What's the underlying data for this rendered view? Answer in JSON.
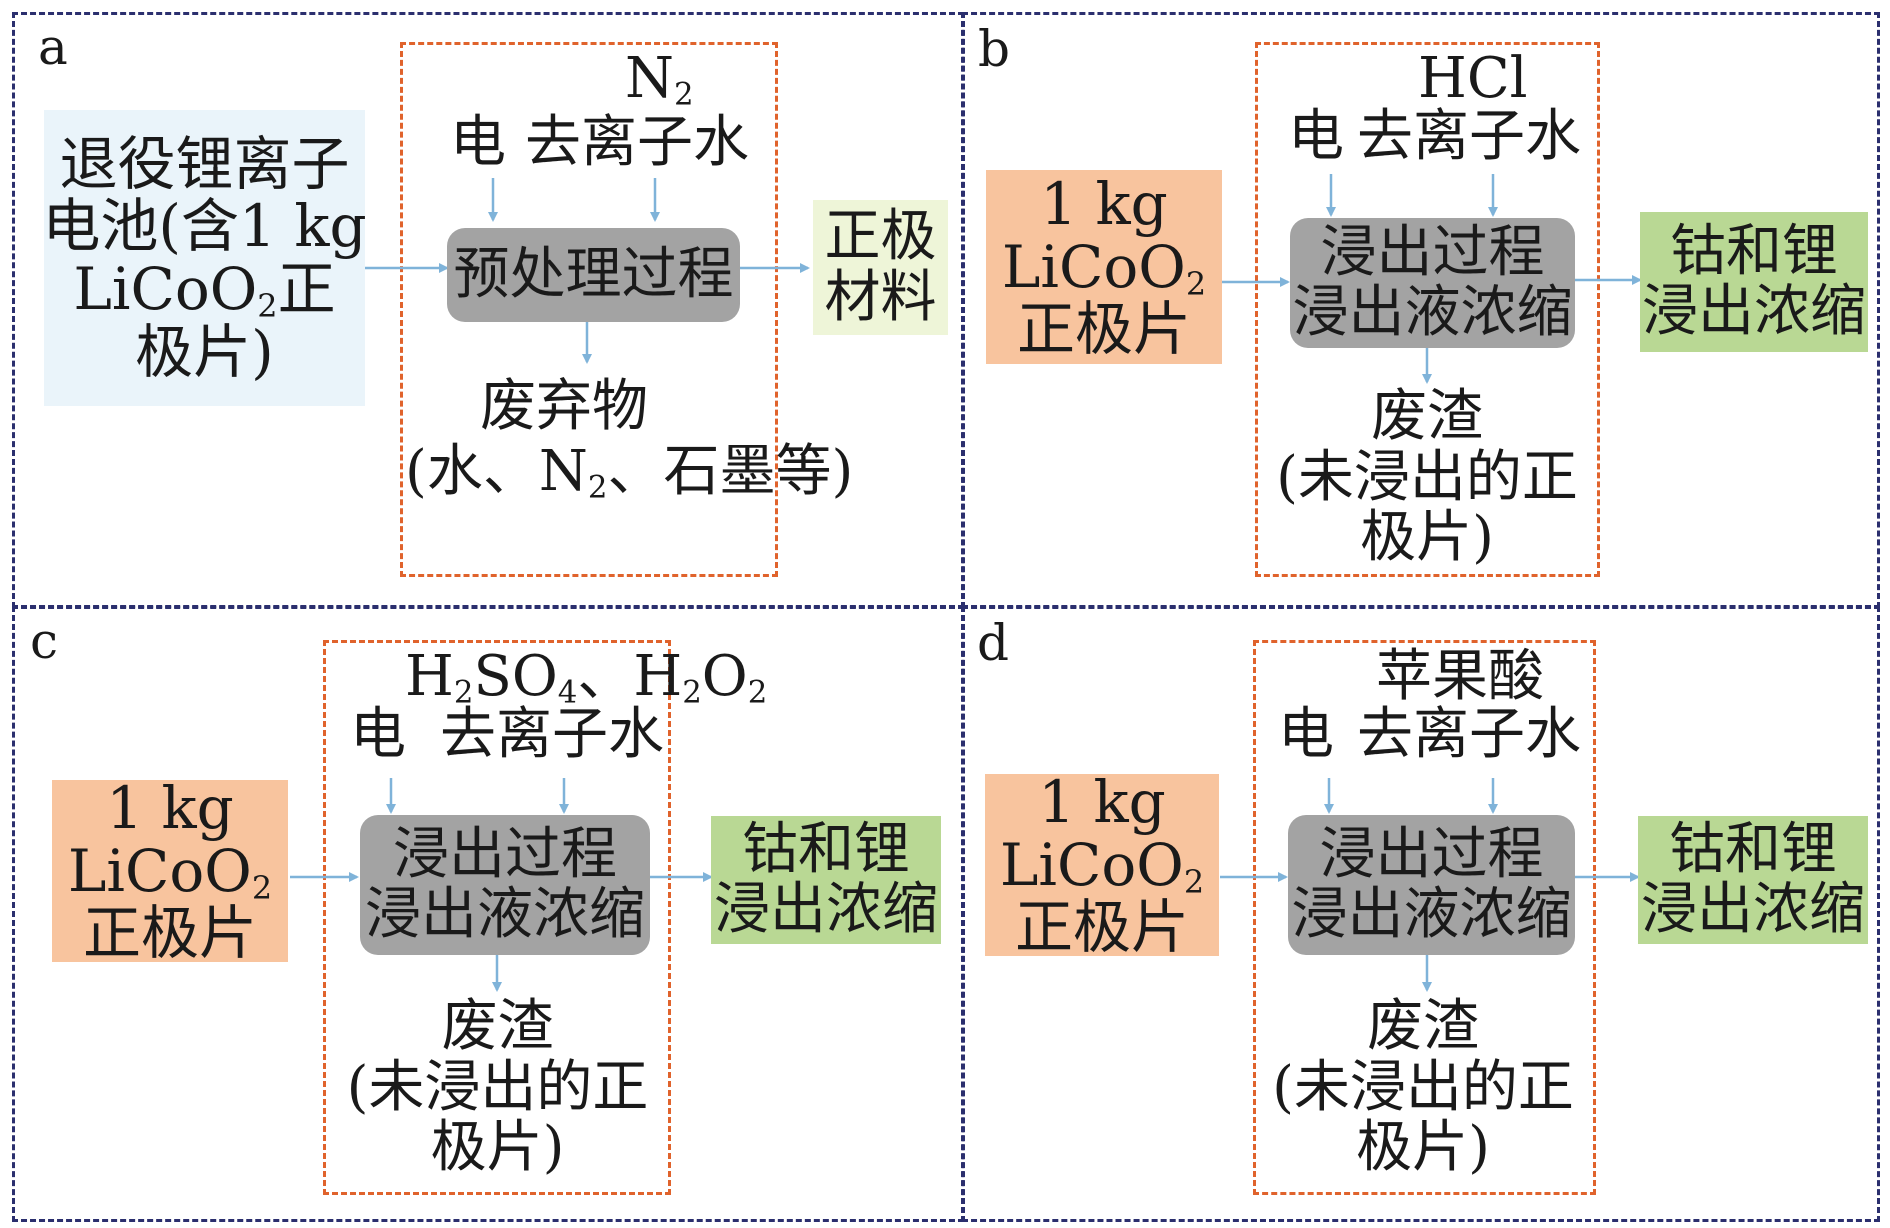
{
  "panels": {
    "a": {
      "letter": "a",
      "input": [
        "退役锂离子",
        "电池(含1 kg",
        "LiCoO",
        "2",
        "正",
        "极片)"
      ],
      "reagent_top": [
        "N",
        "2"
      ],
      "reagent_electricity": "电",
      "reagent_water": "去离子水",
      "process": "预处理过程",
      "output": [
        "正极",
        "材料"
      ],
      "waste": [
        "废弃物",
        "(水、N",
        "2",
        "、石墨等)"
      ]
    },
    "b": {
      "letter": "b",
      "input": [
        "1 kg",
        "LiCoO",
        "2",
        "正极片"
      ],
      "reagent_top": "HCl",
      "reagent_electricity": "电",
      "reagent_water": "去离子水",
      "process": [
        "浸出过程",
        "浸出液浓缩"
      ],
      "output": [
        "钴和锂",
        "浸出浓缩"
      ],
      "waste": [
        "废渣",
        "(未浸出的正",
        "极片)"
      ]
    },
    "c": {
      "letter": "c",
      "input": [
        "1 kg",
        "LiCoO",
        "2",
        "正极片"
      ],
      "reagent_top": [
        "H",
        "2",
        "SO",
        "4",
        "、H",
        "2",
        "O",
        "2"
      ],
      "reagent_electricity": "电",
      "reagent_water": "去离子水",
      "process": [
        "浸出过程",
        "浸出液浓缩"
      ],
      "output": [
        "钴和锂",
        "浸出浓缩"
      ],
      "waste": [
        "废渣",
        "(未浸出的正",
        "极片)"
      ]
    },
    "d": {
      "letter": "d",
      "input": [
        "1 kg",
        "LiCoO",
        "2",
        "正极片"
      ],
      "reagent_top": "苹果酸",
      "reagent_electricity": "电",
      "reagent_water": "去离子水",
      "process": [
        "浸出过程",
        "浸出液浓缩"
      ],
      "output": [
        "钴和锂",
        "浸出浓缩"
      ],
      "waste": [
        "废渣",
        "(未浸出的正",
        "极片)"
      ]
    }
  },
  "colors": {
    "panel_border": "#2b2f6e",
    "process_border": "#e0632c",
    "arrow": "#7fb3d9",
    "input_blue": "#eaf4fa",
    "input_orange": "#f8c49e",
    "output_green": "#b9d894",
    "output_cream": "#eef5d8",
    "process_gray": "#a3a3a3"
  }
}
